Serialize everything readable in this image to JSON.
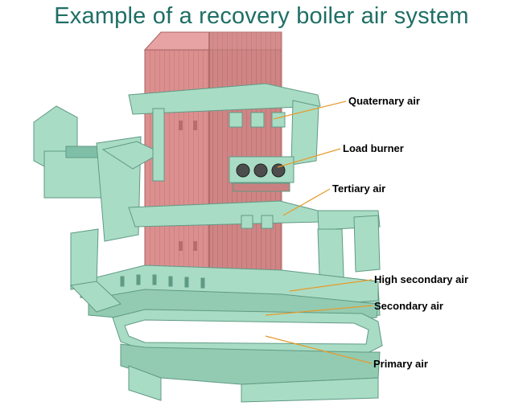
{
  "title": "Example of a recovery boiler air system",
  "colors": {
    "title": "#1f6f66",
    "boiler_wall": "#dc8f8f",
    "boiler_wall_dark": "#b96c6c",
    "air_duct": "#a9dcc4",
    "air_duct_dark": "#5f9a86",
    "leader_line": "#e89a2a"
  },
  "labels": {
    "quaternary": "Quaternary air",
    "load_burner": "Load burner",
    "tertiary": "Tertiary air",
    "high_secondary": "High secondary air",
    "secondary": "Secondary air",
    "primary": "Primary air"
  }
}
